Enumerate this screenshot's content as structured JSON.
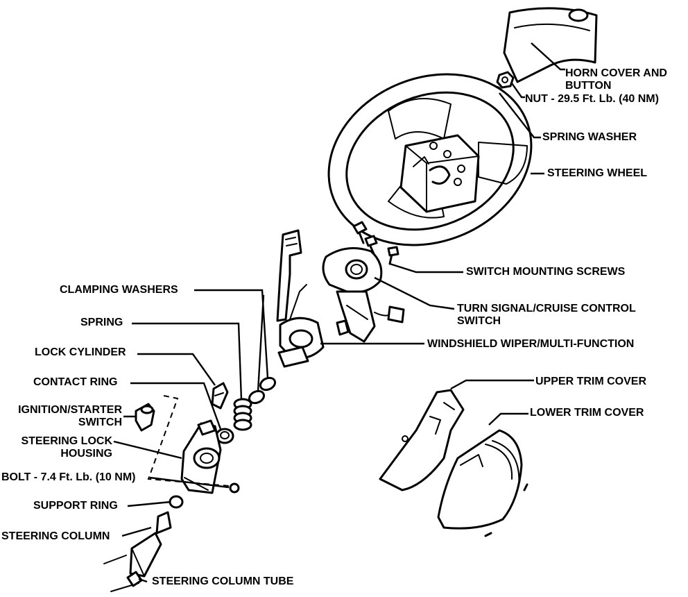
{
  "labels": {
    "horn_cover": "HORN COVER AND\nBUTTON",
    "nut": "NUT - 29.5 Ft. Lb. (40 NM)",
    "spring_washer": "SPRING WASHER",
    "steering_wheel": "STEERING WHEEL",
    "switch_mounting_screws": "SWITCH MOUNTING SCREWS",
    "turn_signal_switch": "TURN SIGNAL/CRUISE CONTROL\nSWITCH",
    "windshield_wiper": "WINDSHIELD WIPER/MULTI-FUNCTION",
    "upper_trim_cover": "UPPER TRIM COVER",
    "lower_trim_cover": "LOWER TRIM COVER",
    "clamping_washers": "CLAMPING WASHERS",
    "spring": "SPRING",
    "lock_cylinder": "LOCK CYLINDER",
    "contact_ring": "CONTACT RING",
    "ignition_switch": "IGNITION/STARTER\nSWITCH",
    "steering_lock_housing": "STEERING LOCK\nHOUSING",
    "bolt": "BOLT - 7.4 Ft. Lb. (10 NM)",
    "support_ring": "SUPPORT RING",
    "steering_column": "STEERING COLUMN",
    "steering_column_tube": "STEERING COLUMN TUBE"
  },
  "colors": {
    "ink": "#000000",
    "paper": "#ffffff"
  }
}
